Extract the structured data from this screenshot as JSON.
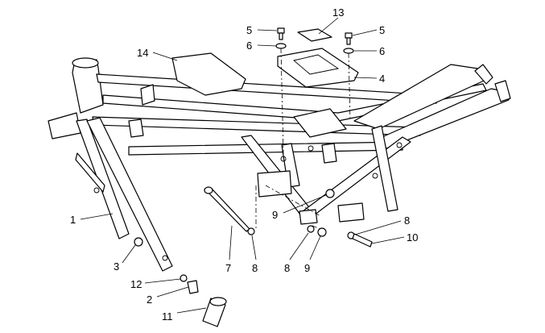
{
  "diagram": {
    "type": "exploded parts diagram",
    "callouts": [
      {
        "id": "13",
        "text": "13"
      },
      {
        "id": "5a",
        "text": "5"
      },
      {
        "id": "5b",
        "text": "5"
      },
      {
        "id": "6a",
        "text": "6"
      },
      {
        "id": "6b",
        "text": "6"
      },
      {
        "id": "14",
        "text": "14"
      },
      {
        "id": "4",
        "text": "4"
      },
      {
        "id": "1",
        "text": "1"
      },
      {
        "id": "9a",
        "text": "9"
      },
      {
        "id": "8a",
        "text": "8"
      },
      {
        "id": "10",
        "text": "10"
      },
      {
        "id": "3",
        "text": "3"
      },
      {
        "id": "7",
        "text": "7"
      },
      {
        "id": "8b",
        "text": "8"
      },
      {
        "id": "8c",
        "text": "8"
      },
      {
        "id": "9b",
        "text": "9"
      },
      {
        "id": "12",
        "text": "12"
      },
      {
        "id": "2",
        "text": "2"
      },
      {
        "id": "11",
        "text": "11"
      }
    ]
  }
}
